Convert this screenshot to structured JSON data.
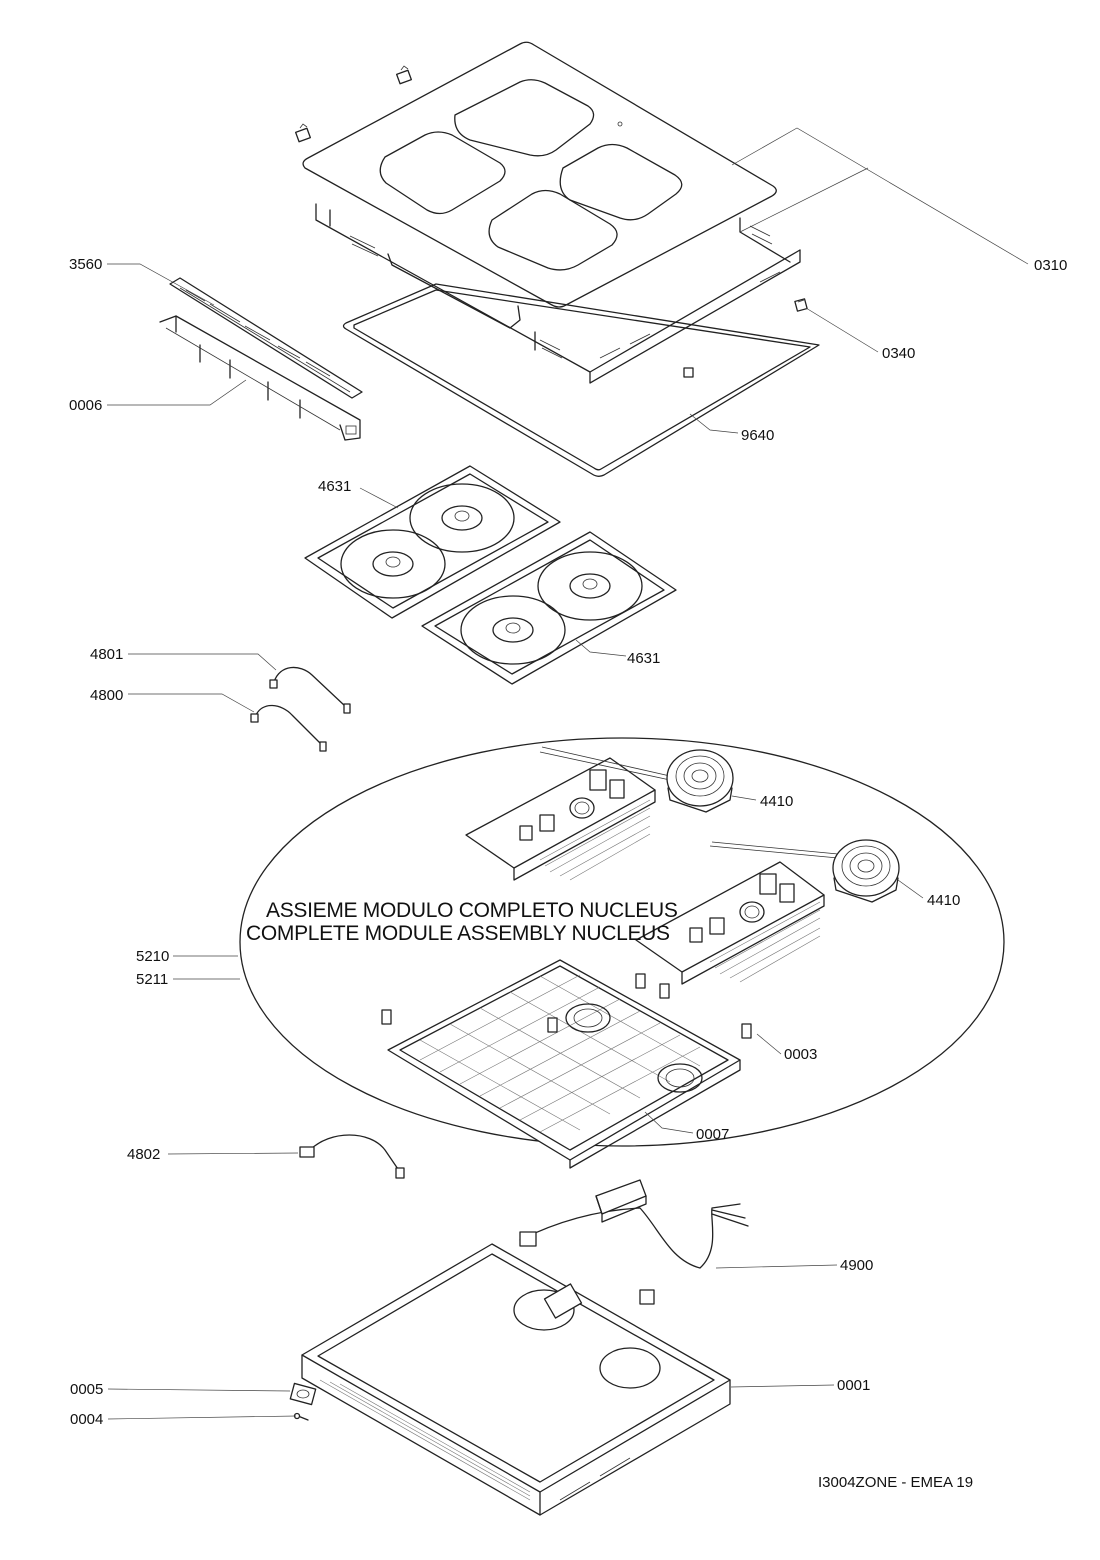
{
  "drawing": {
    "assembly_caption_it": "ASSIEME MODULO COMPLETO NUCLEUS",
    "assembly_caption_en": "COMPLETE MODULE ASSEMBLY NUCLEUS",
    "footer_code": "I3004ZONE - EMEA 19"
  },
  "parts": [
    {
      "id": "0310"
    },
    {
      "id": "3560"
    },
    {
      "id": "0340"
    },
    {
      "id": "0006"
    },
    {
      "id": "9640"
    },
    {
      "id": "4631"
    },
    {
      "id": "4631"
    },
    {
      "id": "4801"
    },
    {
      "id": "4800"
    },
    {
      "id": "4410"
    },
    {
      "id": "4410"
    },
    {
      "id": "5210"
    },
    {
      "id": "5211"
    },
    {
      "id": "0003"
    },
    {
      "id": "0007"
    },
    {
      "id": "4802"
    },
    {
      "id": "4900"
    },
    {
      "id": "0001"
    },
    {
      "id": "0005"
    },
    {
      "id": "0004"
    }
  ]
}
